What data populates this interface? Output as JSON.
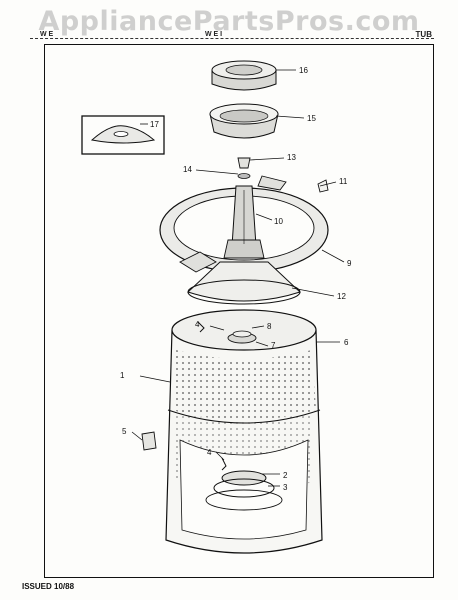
{
  "watermark": "AppliancePartsPros.com",
  "header": {
    "left": "W E",
    "middle": "W E I",
    "right": "TUB"
  },
  "footer": {
    "issued": "ISSUED 10/88"
  },
  "callouts": [
    "1",
    "2",
    "3",
    "4",
    "4",
    "5",
    "6",
    "7",
    "8",
    "9",
    "10",
    "11",
    "12",
    "13",
    "14",
    "15",
    "16",
    "17"
  ]
}
